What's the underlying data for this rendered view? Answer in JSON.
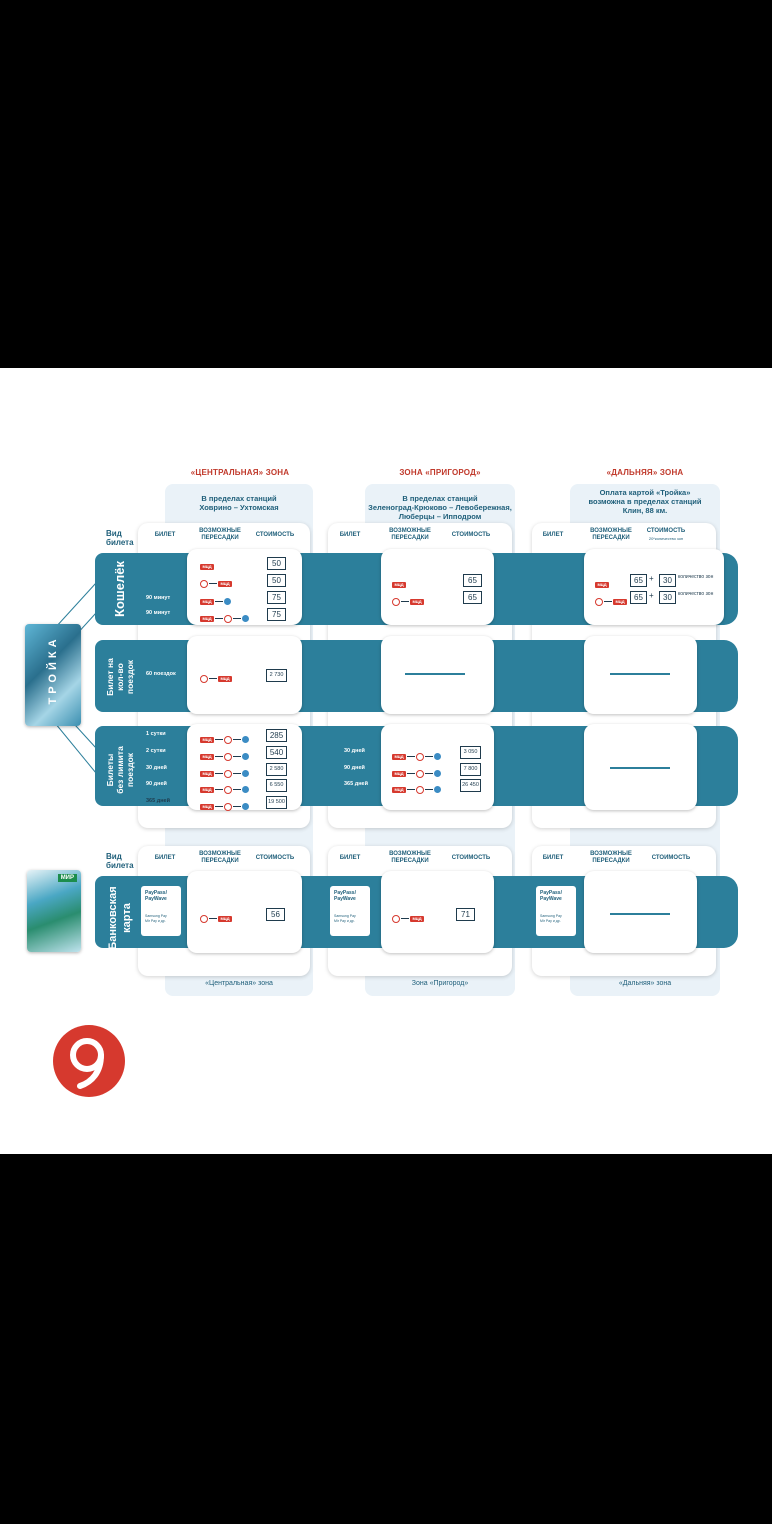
{
  "zones": {
    "central": {
      "title": "«ЦЕНТРАЛЬНАЯ» ЗОНА",
      "desc1": "В пределах станций",
      "desc2": "Ховрино – Ухтомская",
      "footer": "«Центральная» зона"
    },
    "suburb": {
      "title": "ЗОНА «ПРИГОРОД»",
      "desc1": "В пределах станций",
      "desc2": "Зеленоград-Крюково – Левобережная,",
      "desc3": "Люберцы – Ипподром",
      "footer": "Зона «Пригород»"
    },
    "far": {
      "title": "«ДАЛЬНЯЯ» ЗОНА",
      "desc1": "Оплата картой «Тройка»",
      "desc2": "возможна в пределах станций",
      "desc3": "Клин, 88 км.",
      "footer": "«Дальняя» зона"
    }
  },
  "headers": {
    "ticket": "БИЛЕТ",
    "transfers_1": "ВОЗМОЖНЫЕ",
    "transfers_2": "ПЕРЕСАДКИ",
    "cost": "СТОИМОСТЬ",
    "cost_far_note": "20*количество зон"
  },
  "vid_bileta_1": "Вид",
  "vid_bileta_2": "билета",
  "rows": {
    "wallet": {
      "label": "Кошелёк",
      "time_1": "90 минут",
      "time_2": "90 минут",
      "central_prices": [
        "50",
        "50",
        "75",
        "75"
      ],
      "suburb_prices": [
        "65",
        "65"
      ],
      "far_prices": [
        "65",
        "30",
        "65",
        "30"
      ],
      "far_zones_label": "количество зон"
    },
    "count": {
      "label_1": "Билет на",
      "label_2": "кол-во",
      "label_3": "поездок",
      "trips": "60 поездок",
      "central_price": "2 730"
    },
    "unlimited": {
      "label_1": "Билеты",
      "label_2": "без лимита",
      "label_3": "поездок",
      "central_periods": [
        "1 сутки",
        "2 сутки",
        "30 дней",
        "90 дней",
        "365 дней"
      ],
      "central_prices": [
        "285",
        "540",
        "2 580",
        "6 550",
        "19 500"
      ],
      "suburb_periods": [
        "30 дней",
        "90 дней",
        "365 дней"
      ],
      "suburb_prices": [
        "3 050",
        "7 800",
        "26 450"
      ]
    },
    "bank": {
      "label_1": "Банковская",
      "label_2": "карта",
      "paypass_1": "PayPass/",
      "paypass_2": "PayWave",
      "samsung_1": "Samsung Pay",
      "samsung_2": "Mir Pay и др.",
      "central_price": "56",
      "suburb_price": "71"
    }
  },
  "mcd_label": "МЦД",
  "troika_label": "ТРОЙКА",
  "mir_label": "МИР"
}
